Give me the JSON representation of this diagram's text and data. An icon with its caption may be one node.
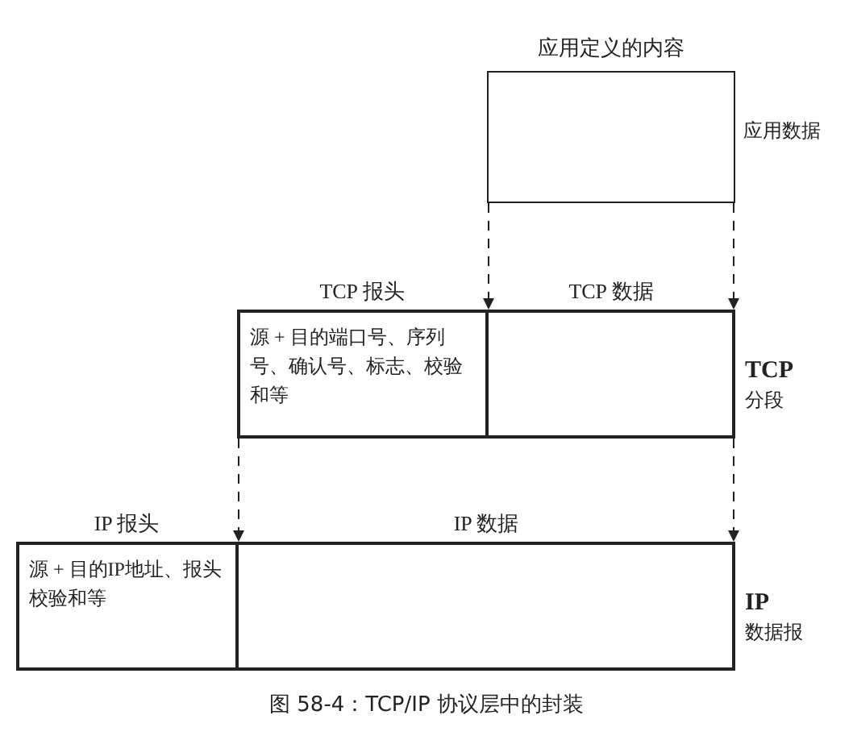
{
  "diagram": {
    "caption": "图 58-4：TCP/IP 协议层中的封装",
    "nodes": [
      {
        "text": [
          "应用定义的内容"
        ],
        "beside": [
          "应用数据"
        ]
      },
      {
        "text": [],
        "shape": "box",
        "beside": [
          "**TCP** 分段"
        ]
      },
      {
        "text": [
          "TCP 报头",
          "源 + 目的端口号、序列号、确认号、标志、校验和等"
        ],
        "in": 1
      },
      {
        "text": [
          "TCP 数据"
        ],
        "in": 1
      },
      {
        "text": [],
        "shape": "box",
        "beside": [
          "**IP** 数据报"
        ]
      },
      {
        "text": [
          "IP 报头",
          "源 + 目的IP地址、报头校验和等"
        ],
        "in": 4
      },
      {
        "text": [
          "IP 数据"
        ],
        "in": 4
      }
    ],
    "edges": [
      {
        "from": 0,
        "to": 3,
        "arrow": "to",
        "style": "dashed"
      },
      {
        "from": 0,
        "to": 3,
        "arrow": "to",
        "style": "dashed"
      },
      {
        "from": 1,
        "to": 6,
        "arrow": "to",
        "style": "dashed"
      },
      {
        "from": 1,
        "to": 6,
        "arrow": "to",
        "style": "dashed"
      }
    ]
  }
}
